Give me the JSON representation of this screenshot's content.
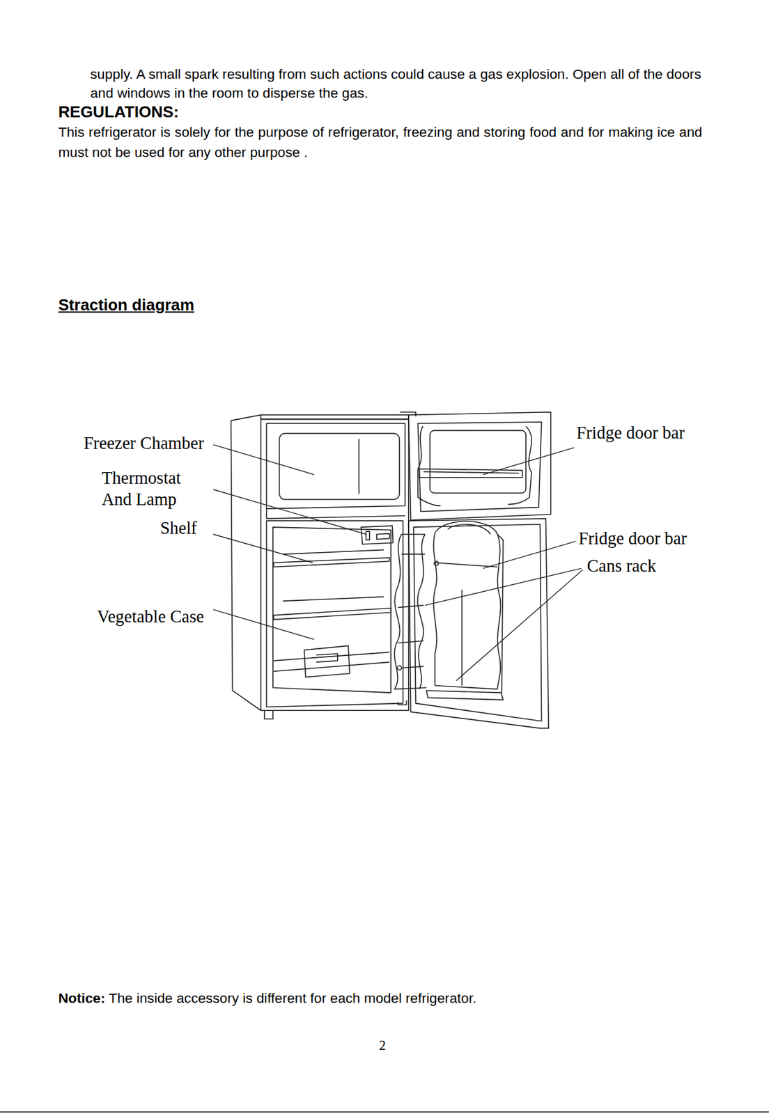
{
  "diagram": {
    "title": "Straction diagram",
    "labels": [
      "supply. A small spark resulting from such actions could cause a gas explosion. Open all of the doors and windows in the room to disperse the gas.",
      "REGULATIONS:",
      "This refrigerator is solely for the purpose of refrigerator, freezing and storing food and for making ice and must not be used for any other purpose .",
      "Freezer Chamber",
      "Thermostat And Lamp",
      "Shelf",
      "Vegetable Case",
      "Fridge door bar",
      "Fridge door bar",
      "Cans rack",
      "Notice:",
      "The inside accessory is different for each model refrigerator.",
      "2"
    ]
  }
}
